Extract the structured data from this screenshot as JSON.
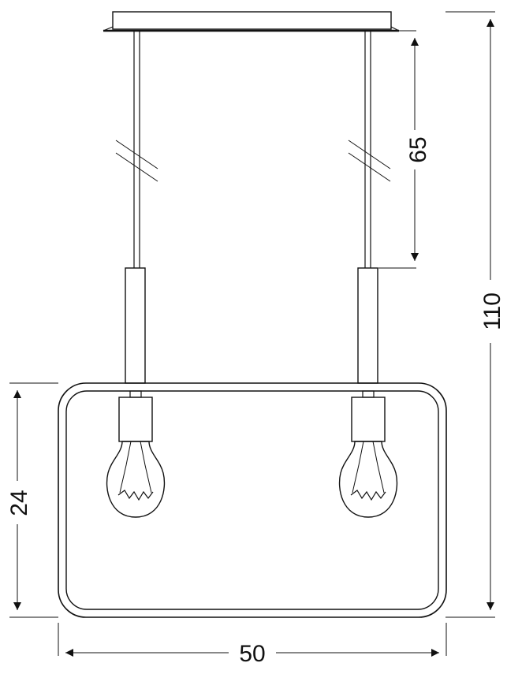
{
  "drawing": {
    "subject": "pendant-lamp-two-bulbs-rectangular-frame",
    "line_color": "#111111",
    "background": "#ffffff"
  },
  "dimensions": {
    "cable_length": "65",
    "total_height": "110",
    "frame_height": "24",
    "frame_width": "50"
  }
}
